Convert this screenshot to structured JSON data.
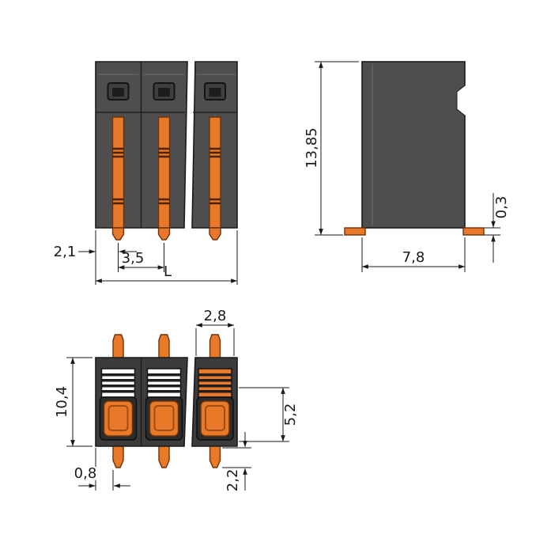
{
  "labels": {
    "front_left_offset": "2,1",
    "front_pitch": "3,5",
    "front_total_length": "L",
    "side_height": "13,85",
    "side_pin_thickness": "0,3",
    "side_depth": "7,8",
    "top_opening_width": "2,8",
    "top_height": "10,4",
    "top_pin_offset": "0,8",
    "top_opening_height": "5,2",
    "top_pin_length": "2,2"
  },
  "colors": {
    "background": "#ffffff",
    "outline": "#1a1a1a",
    "housing": "#4e4e4e",
    "housing_dark": "#3c3c3c",
    "slot": "#1d1d1d",
    "orange": "#e8782a",
    "orange_dark": "#6e3208",
    "stripe": "#1e1e1e",
    "highlight": "#6f6f6f"
  }
}
